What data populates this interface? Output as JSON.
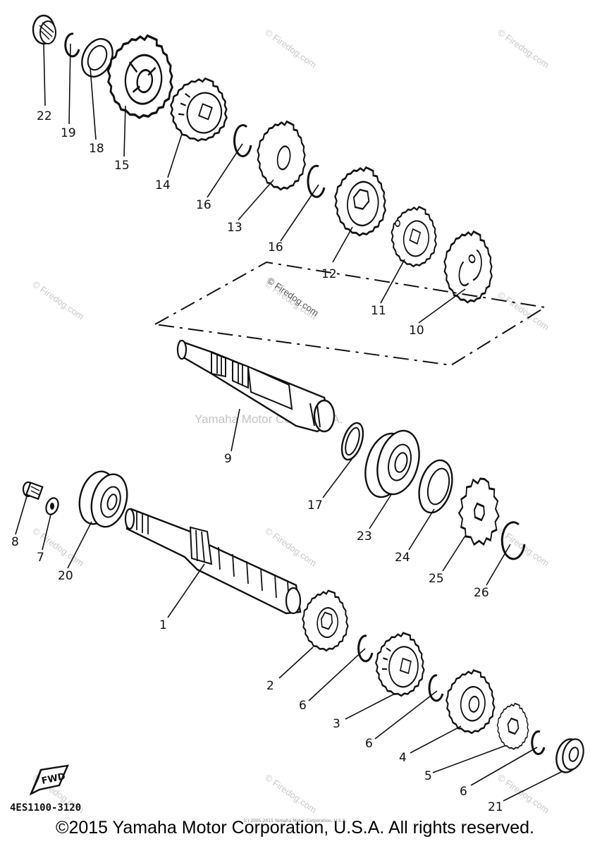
{
  "watermarks": {
    "firedog_mark": "© Firedog.com",
    "center_mark": "Yamaha Motor Corp, U.S.A."
  },
  "callouts": [
    "22",
    "19",
    "18",
    "15",
    "14",
    "16",
    "13",
    "16",
    "12",
    "11",
    "10",
    "9",
    "17",
    "23",
    "24",
    "25",
    "26",
    "8",
    "7",
    "20",
    "1",
    "2",
    "6",
    "3",
    "6",
    "4",
    "5",
    "6",
    "21"
  ],
  "fwd_label": "FWD",
  "part_number": "4ES1100-3120",
  "fine_print": "(c) 2005-2015 Yamaha Motor Corporation, U.S.A.",
  "copyright": "©2015 Yamaha Motor Corporation, U.S.A. All rights reserved."
}
